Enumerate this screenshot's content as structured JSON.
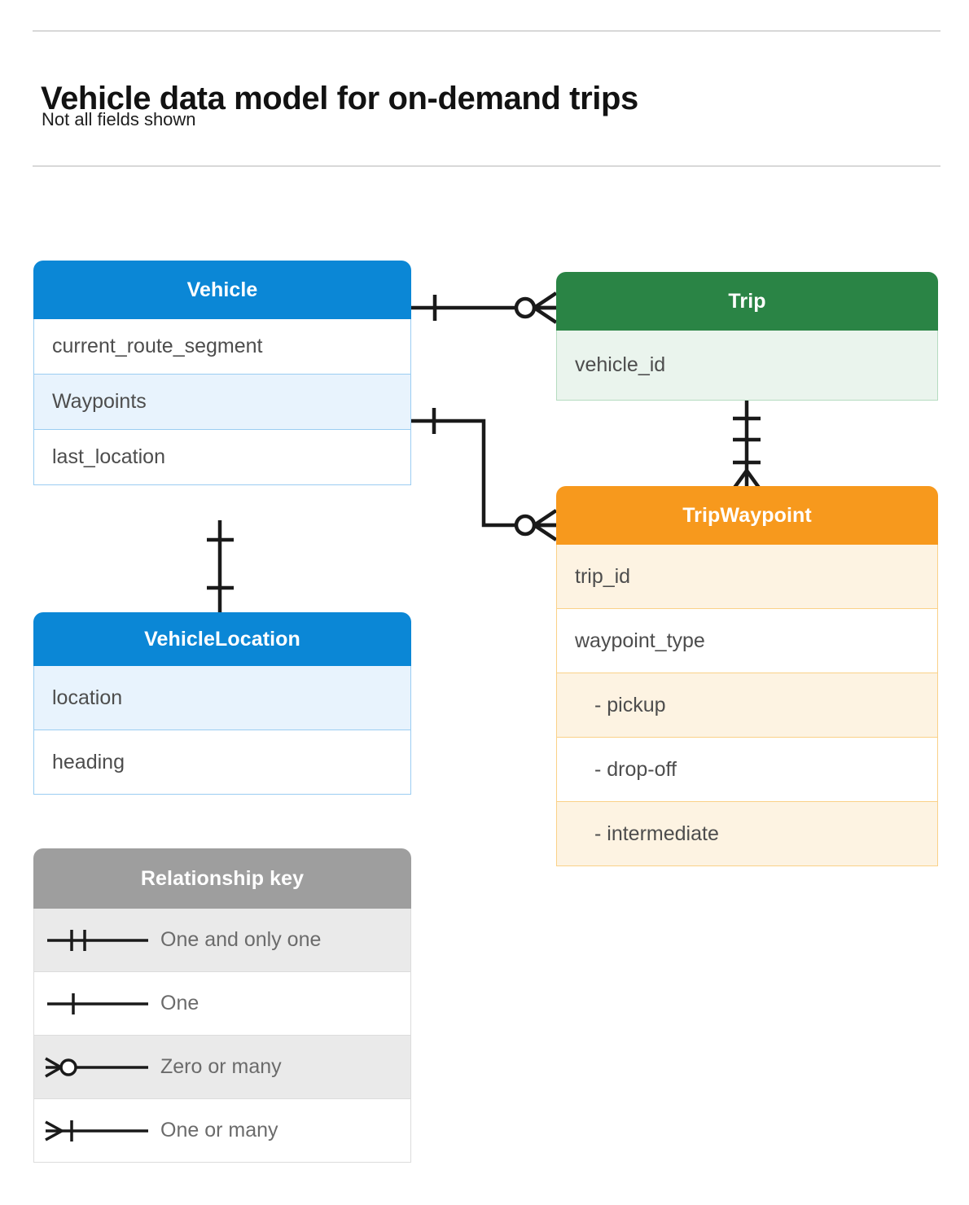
{
  "header": {
    "title": "Vehicle data model for on-demand trips",
    "subtitle": "Not all fields shown"
  },
  "colors": {
    "vehicle": "#0b87d6",
    "trip": "#2a8445",
    "trip_waypoint": "#f7991d",
    "legend": "#9e9e9e",
    "field_text": "#4d4d4d",
    "connector": "#1a1a1a",
    "rule": "#d8d8d8"
  },
  "entities": [
    {
      "id": "vehicle",
      "name": "Vehicle",
      "theme": "blue",
      "fields": [
        {
          "label": "current_route_segment",
          "tint": false
        },
        {
          "label": "Waypoints",
          "tint": true
        },
        {
          "label": "last_location",
          "tint": false
        }
      ]
    },
    {
      "id": "trip",
      "name": "Trip",
      "theme": "green",
      "fields": [
        {
          "label": "vehicle_id",
          "tint": true
        }
      ]
    },
    {
      "id": "trip_waypoint",
      "name": "TripWaypoint",
      "theme": "orange",
      "fields": [
        {
          "label": "trip_id",
          "tint": true,
          "indent": false
        },
        {
          "label": "waypoint_type",
          "tint": false,
          "indent": false
        },
        {
          "label": "-  pickup",
          "tint": true,
          "indent": true
        },
        {
          "label": "-  drop-off",
          "tint": false,
          "indent": true
        },
        {
          "label": "-  intermediate",
          "tint": true,
          "indent": true
        }
      ]
    },
    {
      "id": "vehicle_location",
      "name": "VehicleLocation",
      "theme": "blue",
      "fields": [
        {
          "label": "location",
          "tint": true
        },
        {
          "label": "heading",
          "tint": false
        }
      ]
    }
  ],
  "legend": {
    "title": "Relationship key",
    "items": [
      {
        "label": "One and only one",
        "symbol": "one-and-only-one",
        "tint": true
      },
      {
        "label": "One",
        "symbol": "one",
        "tint": false
      },
      {
        "label": "Zero or many",
        "symbol": "zero-or-many",
        "tint": true
      },
      {
        "label": "One or many",
        "symbol": "one-or-many",
        "tint": false
      }
    ]
  },
  "relationships": [
    {
      "id": "vehicle-to-trip",
      "from": "Vehicle",
      "to": "Trip",
      "from_cardinality": "one",
      "to_cardinality": "zero or many"
    },
    {
      "id": "vehicle-waypoints-to-tripwaypoint",
      "from": "Vehicle.Waypoints",
      "to": "TripWaypoint",
      "from_cardinality": "one",
      "to_cardinality": "zero or many"
    },
    {
      "id": "trip-to-tripwaypoint",
      "from": "Trip",
      "to": "TripWaypoint",
      "from_cardinality": "one and only one",
      "to_cardinality": "one or many"
    },
    {
      "id": "vehicle-to-vehiclelocation",
      "from": "Vehicle",
      "to": "VehicleLocation",
      "from_cardinality": "one",
      "to_cardinality": "one"
    }
  ]
}
